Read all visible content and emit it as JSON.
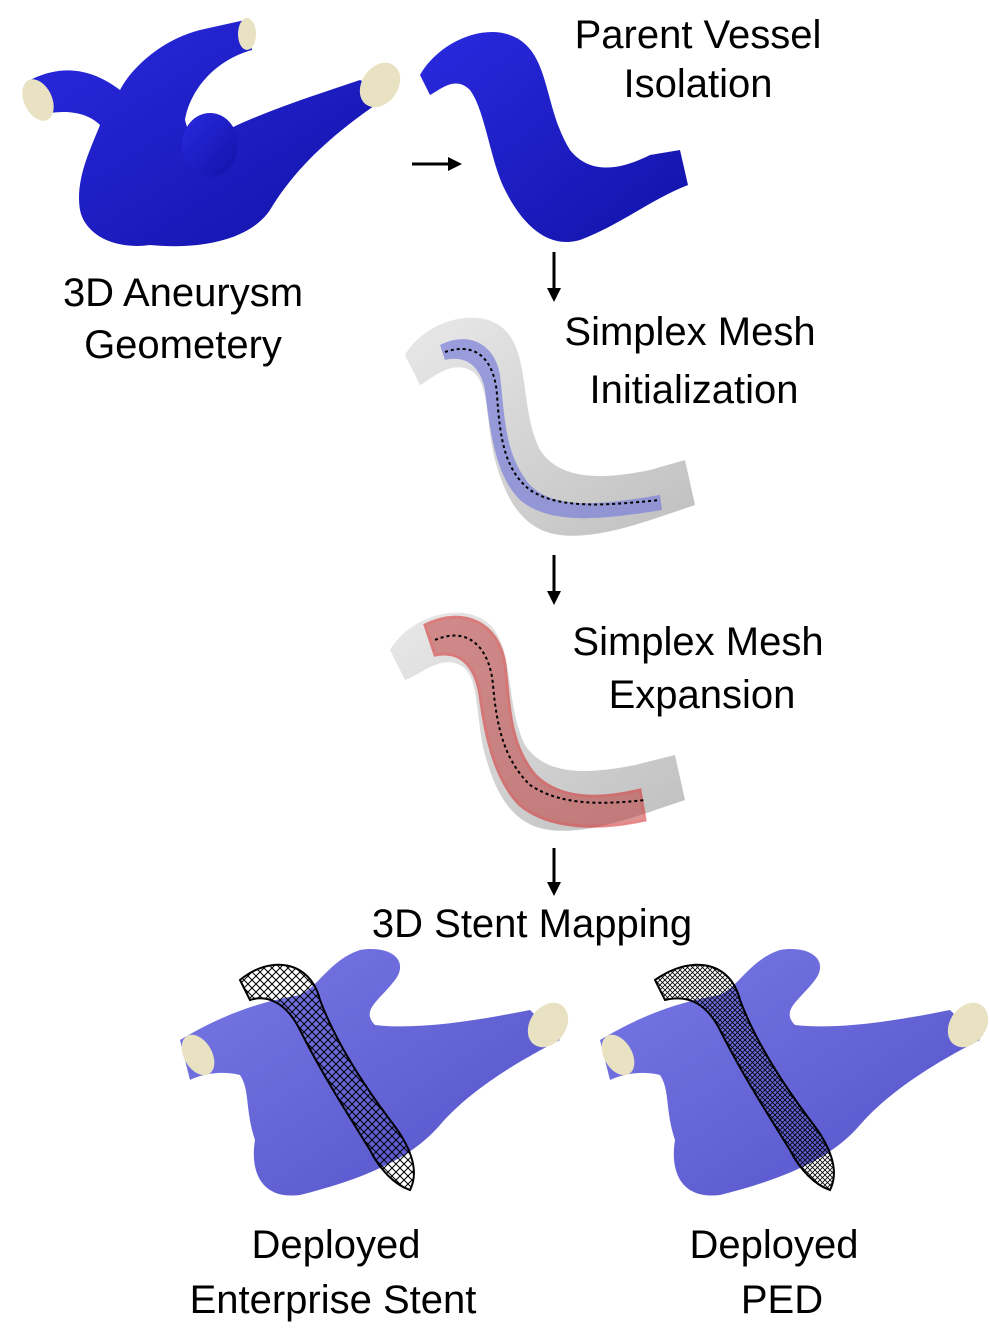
{
  "colors": {
    "vessel_dark": "#1e1ec8",
    "vessel_light": "#6464dc",
    "vessel_cap": "#e8e2c2",
    "mesh_gray": "#c8c8c8",
    "expansion_red": "#d22828",
    "stent_black": "#000000",
    "background": "#ffffff"
  },
  "steps": {
    "aneurysm": {
      "line1": "3D Aneurysm",
      "line2": "Geometery"
    },
    "isolation": {
      "line1": "Parent Vessel",
      "line2": "Isolation"
    },
    "initialization": {
      "line1": "Simplex Mesh",
      "line2": "Initialization"
    },
    "expansion": {
      "line1": "Simplex Mesh",
      "line2": "Expansion"
    },
    "mapping": {
      "label": "3D Stent Mapping"
    },
    "enterprise": {
      "line1": "Deployed",
      "line2": "Enterprise Stent"
    },
    "ped": {
      "line1": "Deployed",
      "line2": "PED"
    }
  },
  "icons": {
    "arrow_right": "arrow-right-icon",
    "arrow_down": "arrow-down-icon"
  }
}
